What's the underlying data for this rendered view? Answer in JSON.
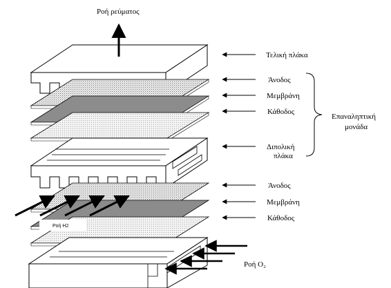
{
  "diagram": {
    "current_flow": "Ροή ρεύματος",
    "labels": {
      "end_plate": "Τελική πλάκα",
      "anode_1": "Άνοδος",
      "membrane_1": "Μεμβράνη",
      "cathode_1": "Κάθοδος",
      "bipolar_line1": "Διπολική",
      "bipolar_line2": "πλάκα",
      "repeat_line1": "Επαναληπτική",
      "repeat_line2": "μονάδα",
      "anode_2": "Άνοδος",
      "membrane_2": "Μεμβράνη",
      "cathode_2": "Κάθοδος",
      "h2_flow": "Ροή H2",
      "o2_flow": "Ροή O₂"
    },
    "colors": {
      "line": "#000000",
      "plate_fill": "#ffffff",
      "electrode_fill": "#e4e4e4",
      "membrane_fill": "#8c8c8c",
      "cathode_fill": "#dcdcdc"
    }
  }
}
